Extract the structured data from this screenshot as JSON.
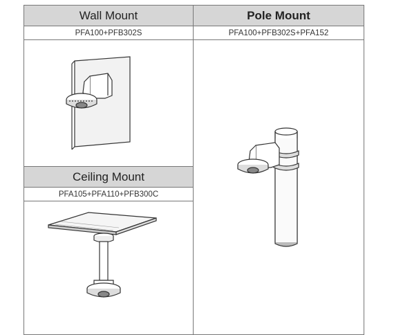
{
  "wall": {
    "title": "Wall Mount",
    "model": "PFA100+PFB302S",
    "illustration": "wall-mount-camera-icon"
  },
  "pole": {
    "title": "Pole Mount",
    "model": "PFA100+PFB302S+PFA152",
    "illustration": "pole-mount-camera-icon"
  },
  "ceiling": {
    "title": "Ceiling Mount",
    "model": "PFA105+PFA110+PFB300C",
    "illustration": "ceiling-mount-camera-icon"
  }
}
